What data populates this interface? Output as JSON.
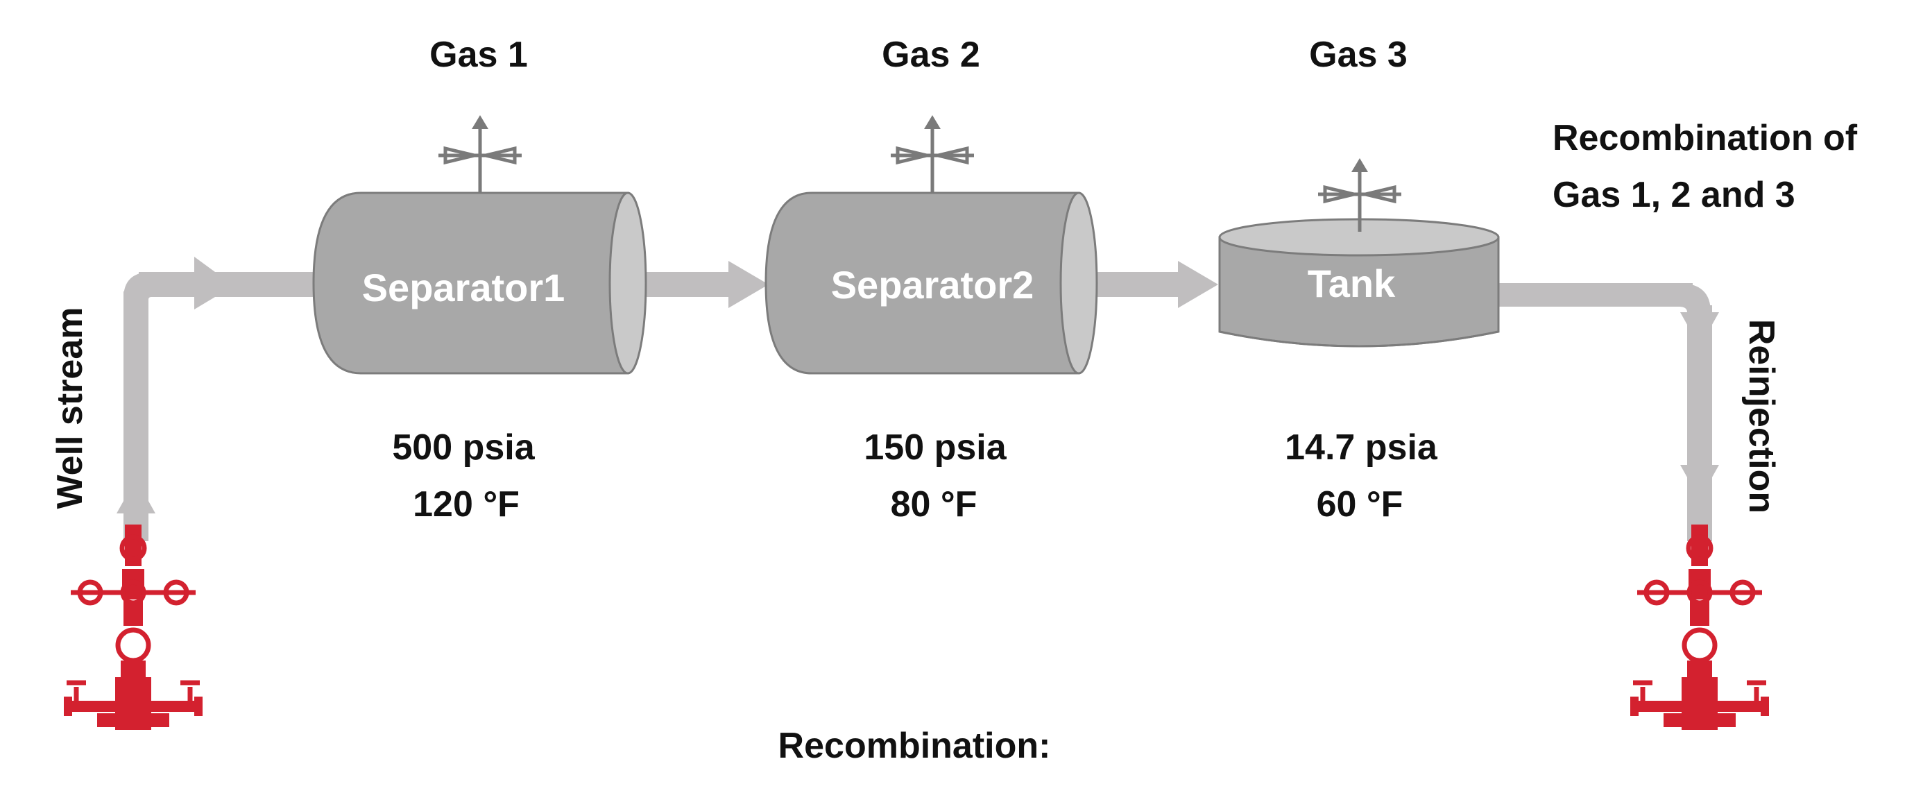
{
  "gas_labels": [
    "Gas 1",
    "Gas 2",
    "Gas 3"
  ],
  "vessels": {
    "separator1": "Separator1",
    "separator2": "Separator2",
    "tank": "Tank"
  },
  "conditions": [
    {
      "pressure": "500 psia",
      "temperature": "120 °F"
    },
    {
      "pressure": "150 psia",
      "temperature": "80 °F"
    },
    {
      "pressure": "14.7 psia",
      "temperature": "60 °F"
    }
  ],
  "recombination_note": {
    "line1": "Recombination of",
    "line2": "Gas 1, 2 and 3"
  },
  "well_stream_label": "Well stream",
  "reinjection_label": "Reinjection",
  "footer_label": "Recombination:",
  "colors": {
    "pipe": "#c0bebf",
    "vessel": "#a8a8a8",
    "wellhead": "#d3212f"
  },
  "icons": [
    "wellhead-icon",
    "vent-valve-icon"
  ]
}
